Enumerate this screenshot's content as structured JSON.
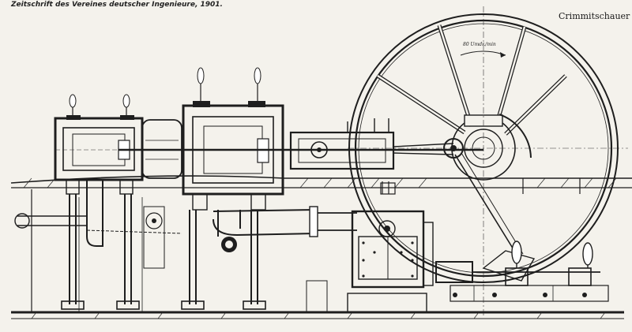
{
  "header": {
    "journal": "Zeitschrift des Vereines deutscher Ingenieure, 1901.",
    "title_fragment": "Crimmitschauer M"
  },
  "annotations": {
    "flywheel_speed": "80 Umdr./min"
  },
  "colors": {
    "paper": "#f4f2ec",
    "ink": "#1e1e1e"
  }
}
